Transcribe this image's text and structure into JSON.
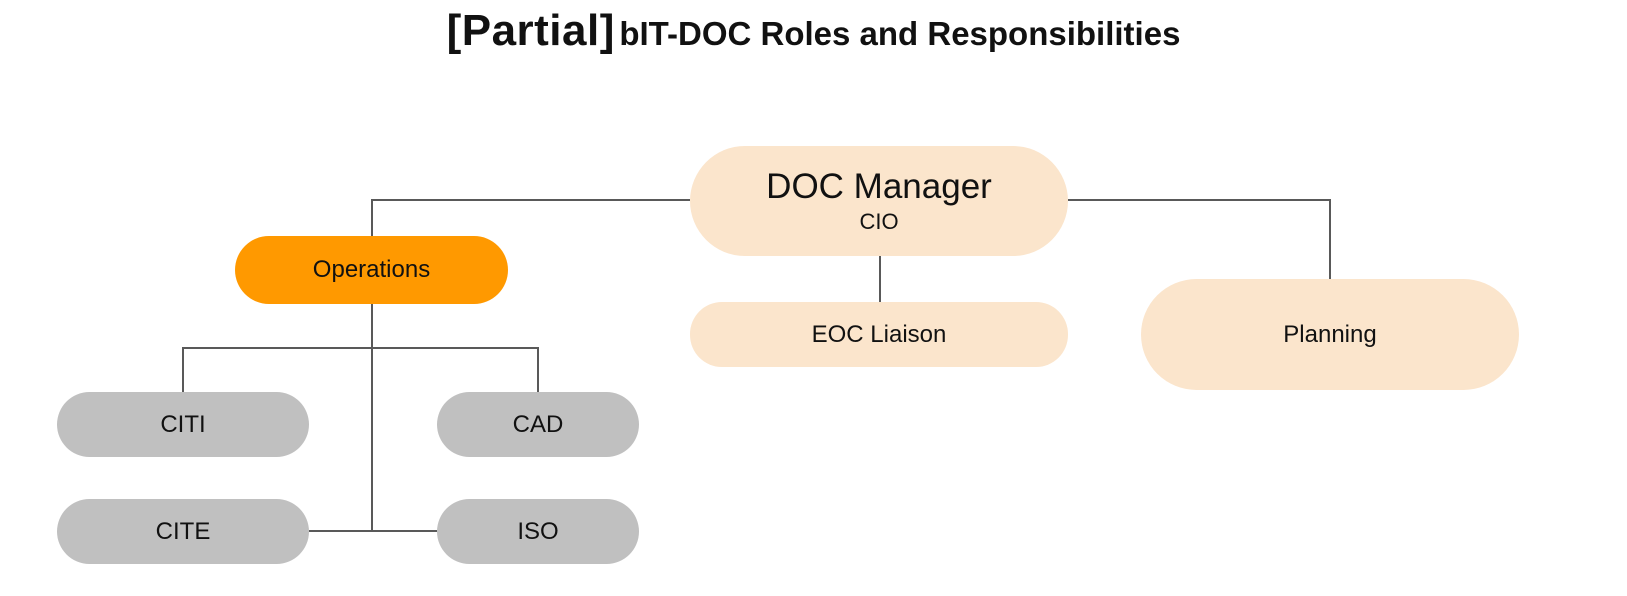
{
  "title": {
    "prefix": "[Partial]",
    "text": "bIT-DOC  Roles and Responsibilities"
  },
  "colors": {
    "manager_fill": "#FBE5CC",
    "operations_fill": "#FF9900",
    "sub_team_fill": "#C0C0C0",
    "connector": "#595959",
    "text": "#111111"
  },
  "nodes": {
    "doc_manager": {
      "label": "DOC Manager",
      "sublabel": "CIO"
    },
    "operations": {
      "label": "Operations"
    },
    "eoc_liaison": {
      "label": "EOC Liaison"
    },
    "planning": {
      "label": "Planning"
    },
    "citi": {
      "label": "CITI"
    },
    "cad": {
      "label": "CAD"
    },
    "cite": {
      "label": "CITE"
    },
    "iso": {
      "label": "ISO"
    }
  }
}
